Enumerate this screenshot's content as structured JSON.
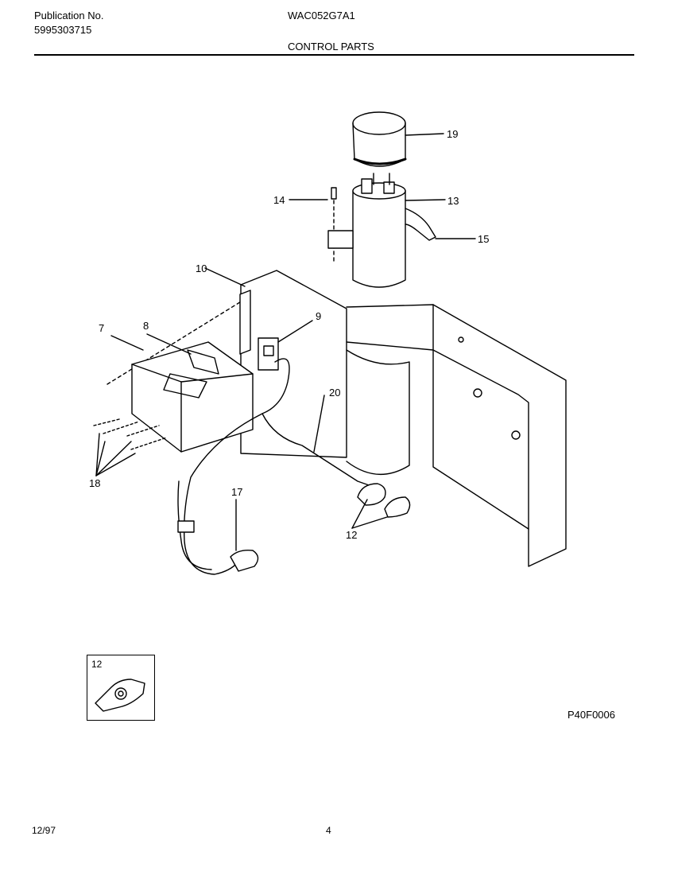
{
  "header": {
    "publication_label": "Publication No.",
    "publication_number": "5995303715",
    "model": "WAC052G7A1",
    "section_title": "CONTROL PARTS"
  },
  "callouts": {
    "c19": "19",
    "c14": "14",
    "c13": "13",
    "c15": "15",
    "c10": "10",
    "c9": "9",
    "c7": "7",
    "c8": "8",
    "c20": "20",
    "c18": "18",
    "c17": "17",
    "c12": "12"
  },
  "inset": {
    "label": "12"
  },
  "footer": {
    "drawing_code": "P40F0006",
    "date": "12/97",
    "page": "4"
  }
}
